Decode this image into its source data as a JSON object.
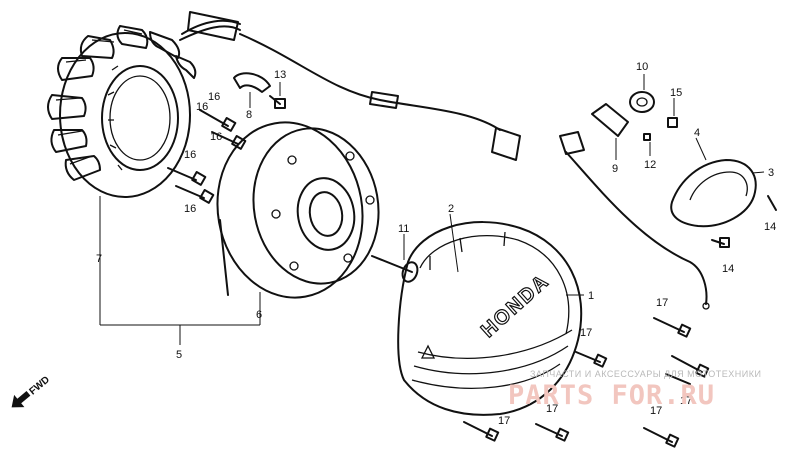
{
  "diagram": {
    "brand_text": "HONDA",
    "direction_label": "FWD",
    "callouts": [
      {
        "id": "c1",
        "label": "1"
      },
      {
        "id": "c2",
        "label": "2"
      },
      {
        "id": "c3",
        "label": "3"
      },
      {
        "id": "c4",
        "label": "4"
      },
      {
        "id": "c5",
        "label": "5"
      },
      {
        "id": "c6",
        "label": "6"
      },
      {
        "id": "c7",
        "label": "7"
      },
      {
        "id": "c8",
        "label": "8"
      },
      {
        "id": "c9",
        "label": "9"
      },
      {
        "id": "c10",
        "label": "10"
      },
      {
        "id": "c11",
        "label": "11"
      },
      {
        "id": "c12",
        "label": "12"
      },
      {
        "id": "c13",
        "label": "13"
      },
      {
        "id": "c14a",
        "label": "14"
      },
      {
        "id": "c14b",
        "label": "14"
      },
      {
        "id": "c15",
        "label": "15"
      },
      {
        "id": "c16a",
        "label": "16"
      },
      {
        "id": "c16b",
        "label": "16"
      },
      {
        "id": "c16c",
        "label": "16"
      },
      {
        "id": "c16d",
        "label": "16"
      },
      {
        "id": "c16e",
        "label": "16"
      },
      {
        "id": "c17a",
        "label": "17"
      },
      {
        "id": "c17b",
        "label": "17"
      },
      {
        "id": "c17c",
        "label": "17"
      },
      {
        "id": "c17d",
        "label": "17"
      },
      {
        "id": "c17e",
        "label": "17"
      },
      {
        "id": "c17f",
        "label": "17"
      }
    ]
  },
  "watermark": {
    "tagline": "ЗАПЧАСТИ И АКСЕССУАРЫ ДЛЯ МОТОТЕХНИКИ",
    "logo": "PARTS FOR.RU",
    "logo_color": "#f2c6bf"
  }
}
